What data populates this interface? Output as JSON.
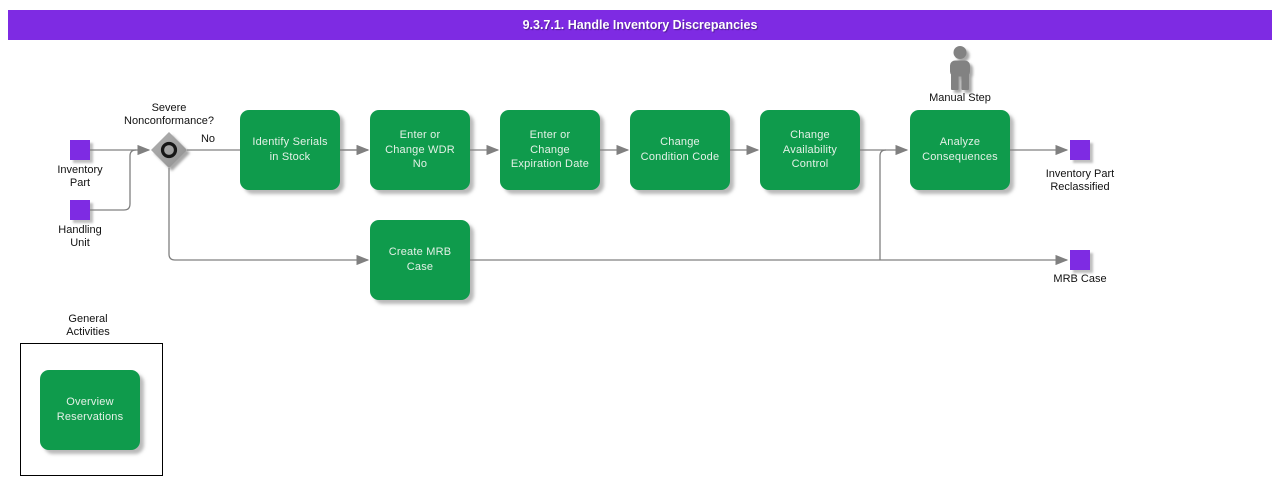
{
  "title_bar": {
    "title": "9.3.7.1. Handle Inventory Discrepancies"
  },
  "colors": {
    "purple": "#7e2be3",
    "green": "#0f9b4c",
    "line": "#808080",
    "nodetext": "#e4f1e7"
  },
  "inputs": [
    {
      "label": "Inventory Part"
    },
    {
      "label": "Handling Unit"
    }
  ],
  "decision": {
    "label": "Severe Nonconformance?",
    "branch_label": "No"
  },
  "activities": [
    {
      "label": "Identify Serials in Stock"
    },
    {
      "label": "Enter or Change WDR No"
    },
    {
      "label": "Enter or Change Expiration Date"
    },
    {
      "label": "Change Condition Code"
    },
    {
      "label": "Change Availability Control"
    },
    {
      "label": "Analyze Consequences"
    },
    {
      "label": "Create MRB Case"
    }
  ],
  "manual_step": {
    "label": "Manual Step"
  },
  "outputs": [
    {
      "label": "Inventory Part Reclassified"
    },
    {
      "label": "MRB Case"
    }
  ],
  "group": {
    "label": "General Activities",
    "activity": {
      "label": "Overview Reservations"
    }
  }
}
